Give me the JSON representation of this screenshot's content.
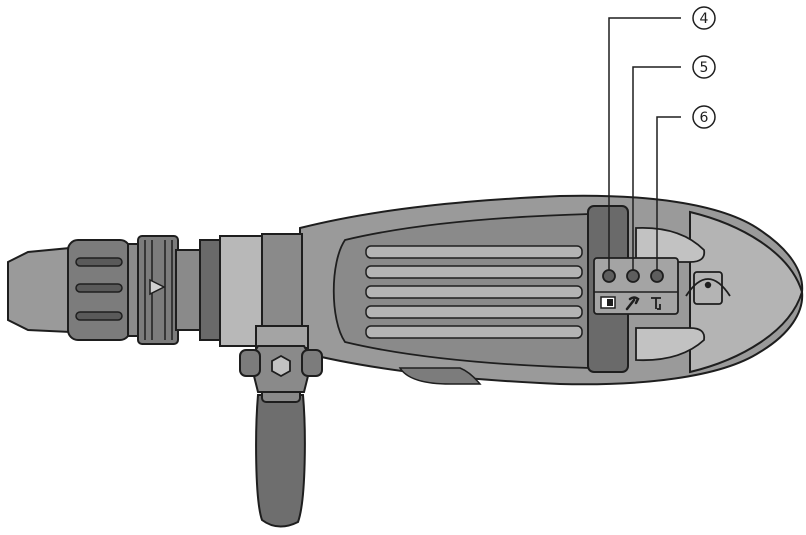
{
  "callouts": [
    {
      "label": "4",
      "target": "left-indicator-led"
    },
    {
      "label": "5",
      "target": "middle-indicator-led"
    },
    {
      "label": "6",
      "target": "right-indicator-led"
    }
  ],
  "icons": [
    "battery-icon",
    "wrench-icon",
    "hammer-mode-icon",
    "lock-icon",
    "arrow-icon"
  ],
  "colors": {
    "background": "#ffffff",
    "outline": "#1e1e1e",
    "body_dark": "#7c7c7c",
    "body_mid": "#9a9a9a",
    "body_light": "#c2c2c2",
    "panel_dark": "#6a6a6a"
  }
}
